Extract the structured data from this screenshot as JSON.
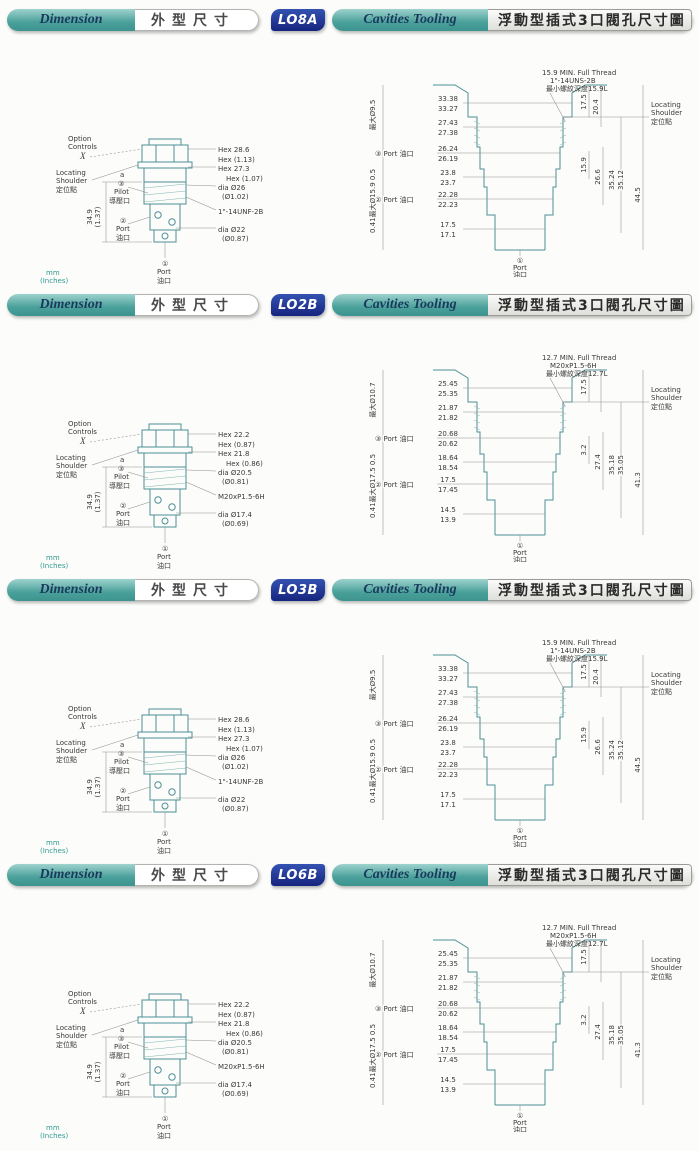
{
  "sections": [
    {
      "badge": "LO8A",
      "header": {
        "dimension_en": "Dimension",
        "dimension_cn": "外型尺寸",
        "cavities_en": "Cavities Tooling",
        "cavities_cn": "浮動型插式3口閥孔尺寸圖"
      },
      "valve": {
        "option1": "Option",
        "option2": "Controls",
        "option_x": "X",
        "loc1": "Locating",
        "loc2": "Shoulder",
        "loc_cn": "定位點",
        "a_label": "a",
        "pilot_num": "③",
        "pilot": "Pilot",
        "pilot_cn": "導壓口",
        "height": "34.9",
        "height_in": "(1.37)",
        "p2_num": "②",
        "p2": "Port",
        "p2_cn": "油口",
        "p1_num": "①",
        "p1": "Port",
        "p1_cn": "油口",
        "units1": "mm",
        "units2": "(Inches)",
        "hex1": "Hex 28.6",
        "hex1_in": "Hex (1.13)",
        "hex2": "Hex 27.3",
        "hex2_in": "Hex (1.07)",
        "dia1": "dia Ø26",
        "dia1_in": "(Ø1.02)",
        "thread": "1\"-14UNF-2B",
        "dia2": "dia Ø22",
        "dia2_in": "(Ø0.87)"
      },
      "cavity": {
        "note1": "15.9 MIN. Full Thread",
        "note2": "1\"-14UNS-2B",
        "note3": "最小螺紋深度15.9L",
        "w1a": "33.38",
        "w1b": "33.27",
        "w2a": "27.43",
        "w2b": "27.38",
        "w3a": "26.24",
        "w3b": "26.19",
        "w4a": "23.8",
        "w4b": "23.7",
        "w5a": "22.28",
        "w5b": "22.23",
        "w6a": "17.5",
        "w6b": "17.1",
        "left1": "最大Ø9.5",
        "left2": "0.41最大Ø15.9 0.5",
        "r1": "17.5",
        "r2": "20.4",
        "r3": "15.9",
        "r4": "26.6",
        "r5a": "35.24",
        "r5b": "35.12",
        "r6": "44.5",
        "loc1": "Locating",
        "loc2": "Shoulder",
        "loc_cn": "定位點",
        "port3": "③ Port 油口",
        "port2": "② Port 油口",
        "p1_num": "①",
        "p1": "Port",
        "p1_cn": "油口"
      }
    },
    {
      "badge": "LO2B",
      "header": {
        "dimension_en": "Dimension",
        "dimension_cn": "外型尺寸",
        "cavities_en": "Cavities Tooling",
        "cavities_cn": "浮動型插式3口閥孔尺寸圖"
      },
      "valve": {
        "option1": "Option",
        "option2": "Controls",
        "option_x": "X",
        "loc1": "Locating",
        "loc2": "Shoulder",
        "loc_cn": "定位點",
        "a_label": "a",
        "pilot_num": "③",
        "pilot": "Pilot",
        "pilot_cn": "導壓口",
        "height": "34.9",
        "height_in": "(1.37)",
        "p2_num": "②",
        "p2": "Port",
        "p2_cn": "油口",
        "p1_num": "①",
        "p1": "Port",
        "p1_cn": "油口",
        "units1": "mm",
        "units2": "(Inches)",
        "hex1": "Hex 22.2",
        "hex1_in": "Hex (0.87)",
        "hex2": "Hex 21.8",
        "hex2_in": "Hex (0.86)",
        "dia1": "dia Ø20.5",
        "dia1_in": "(Ø0.81)",
        "thread": "M20xP1.5-6H",
        "dia2": "dia Ø17.4",
        "dia2_in": "(Ø0.69)"
      },
      "cavity": {
        "note1": "12.7 MIN. Full Thread",
        "note2": "M20xP1.5-6H",
        "note3": "最小螺紋深度12.7L",
        "w1a": "25.45",
        "w1b": "25.35",
        "w2a": "21.87",
        "w2b": "21.82",
        "w3a": "20.68",
        "w3b": "20.62",
        "w4a": "18.64",
        "w4b": "18.54",
        "w5a": "17.5",
        "w5b": "17.45",
        "w6a": "14.5",
        "w6b": "13.9",
        "left1": "最大Ø10.7",
        "left2": "0.41最大Ø17.5 0.5",
        "r1": "17.5",
        "r2": "",
        "r3": "3.2",
        "r4": "27.4",
        "r5a": "35.18",
        "r5b": "35.05",
        "r6": "41.3",
        "loc1": "Locating",
        "loc2": "Shoulder",
        "loc_cn": "定位點",
        "port3": "③ Port 油口",
        "port2": "② Port 油口",
        "p1_num": "①",
        "p1": "Port",
        "p1_cn": "油口"
      }
    },
    {
      "badge": "LO3B",
      "header": {
        "dimension_en": "Dimension",
        "dimension_cn": "外型尺寸",
        "cavities_en": "Cavities Tooling",
        "cavities_cn": "浮動型插式3口閥孔尺寸圖"
      },
      "valve": {
        "option1": "Option",
        "option2": "Controls",
        "option_x": "X",
        "loc1": "Locating",
        "loc2": "Shoulder",
        "loc_cn": "定位點",
        "a_label": "a",
        "pilot_num": "③",
        "pilot": "Pilot",
        "pilot_cn": "導壓口",
        "height": "34.9",
        "height_in": "(1.37)",
        "p2_num": "②",
        "p2": "Port",
        "p2_cn": "油口",
        "p1_num": "①",
        "p1": "Port",
        "p1_cn": "油口",
        "units1": "mm",
        "units2": "(Inches)",
        "hex1": "Hex 28.6",
        "hex1_in": "Hex (1.13)",
        "hex2": "Hex 27.3",
        "hex2_in": "Hex (1.07)",
        "dia1": "dia Ø26",
        "dia1_in": "(Ø1.02)",
        "thread": "1\"-14UNF-2B",
        "dia2": "dia Ø22",
        "dia2_in": "(Ø0.87)"
      },
      "cavity": {
        "note1": "15.9 MIN. Full Thread",
        "note2": "1\"-14UNS-2B",
        "note3": "最小螺紋深度15.9L",
        "w1a": "33.38",
        "w1b": "33.27",
        "w2a": "27.43",
        "w2b": "27.38",
        "w3a": "26.24",
        "w3b": "26.19",
        "w4a": "23.8",
        "w4b": "23.7",
        "w5a": "22.28",
        "w5b": "22.23",
        "w6a": "17.5",
        "w6b": "17.1",
        "left1": "最大Ø9.5",
        "left2": "0.41最大Ø15.9 0.5",
        "r1": "17.5",
        "r2": "20.4",
        "r3": "15.9",
        "r4": "26.6",
        "r5a": "35.24",
        "r5b": "35.12",
        "r6": "44.5",
        "loc1": "Locating",
        "loc2": "Shoulder",
        "loc_cn": "定位點",
        "port3": "③ Port 油口",
        "port2": "② Port 油口",
        "p1_num": "①",
        "p1": "Port",
        "p1_cn": "油口"
      }
    },
    {
      "badge": "LO6B",
      "header": {
        "dimension_en": "Dimension",
        "dimension_cn": "外型尺寸",
        "cavities_en": "Cavities Tooling",
        "cavities_cn": "浮動型插式3口閥孔尺寸圖"
      },
      "valve": {
        "option1": "Option",
        "option2": "Controls",
        "option_x": "X",
        "loc1": "Locating",
        "loc2": "Shoulder",
        "loc_cn": "定位點",
        "a_label": "a",
        "pilot_num": "③",
        "pilot": "Pilot",
        "pilot_cn": "導壓口",
        "height": "34.9",
        "height_in": "(1.37)",
        "p2_num": "②",
        "p2": "Port",
        "p2_cn": "油口",
        "p1_num": "①",
        "p1": "Port",
        "p1_cn": "油口",
        "units1": "mm",
        "units2": "(Inches)",
        "hex1": "Hex 22.2",
        "hex1_in": "Hex (0.87)",
        "hex2": "Hex 21.8",
        "hex2_in": "Hex (0.86)",
        "dia1": "dia Ø20.5",
        "dia1_in": "(Ø0.81)",
        "thread": "M20xP1.5-6H",
        "dia2": "dia Ø17.4",
        "dia2_in": "(Ø0.69)"
      },
      "cavity": {
        "note1": "12.7 MIN. Full Thread",
        "note2": "M20xP1.5-6H",
        "note3": "最小螺紋深度12.7L",
        "w1a": "25.45",
        "w1b": "25.35",
        "w2a": "21.87",
        "w2b": "21.82",
        "w3a": "20.68",
        "w3b": "20.62",
        "w4a": "18.64",
        "w4b": "18.54",
        "w5a": "17.5",
        "w5b": "17.45",
        "w6a": "14.5",
        "w6b": "13.9",
        "left1": "最大Ø10.7",
        "left2": "0.41最大Ø17.5 0.5",
        "r1": "17.5",
        "r2": "",
        "r3": "3.2",
        "r4": "27.4",
        "r5a": "35.18",
        "r5b": "35.05",
        "r6": "41.3",
        "loc1": "Locating",
        "loc2": "Shoulder",
        "loc_cn": "定位點",
        "port3": "③ Port 油口",
        "port2": "② Port 油口",
        "p1_num": "①",
        "p1": "Port",
        "p1_cn": "油口"
      }
    }
  ],
  "colors": {
    "teal": "#4aa09a",
    "badge_blue": "#16257f",
    "header_text": "#183a5c",
    "outline": "#4d8f97"
  }
}
